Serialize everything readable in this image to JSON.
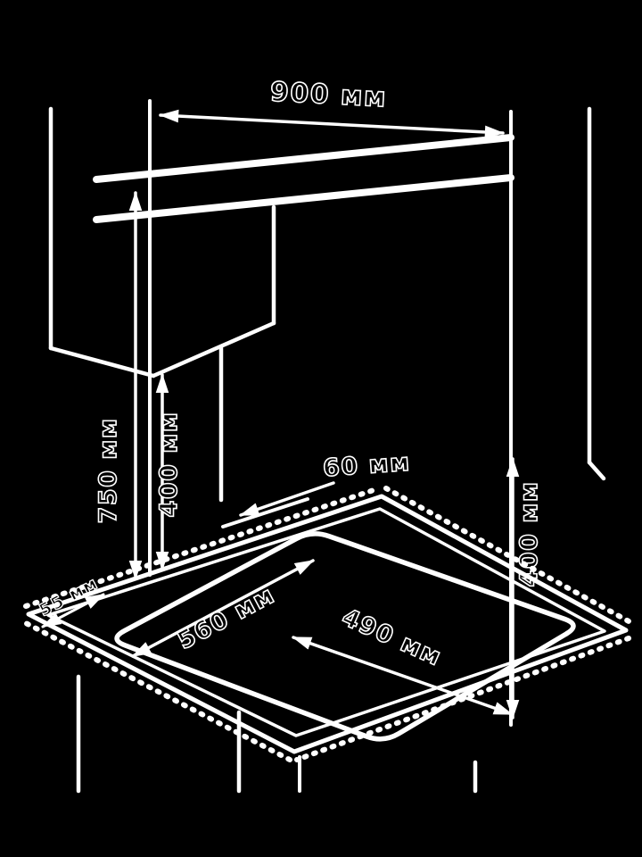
{
  "diagram": {
    "type": "appliance-installation-dimensions",
    "background": "#000000",
    "line_color": "#ffffff",
    "labels": {
      "top_width": "900 мм",
      "left_height_outer": "750 мм",
      "left_height_inner": "400 мм",
      "right_height": "400 мм",
      "back_clearance": "60 мм",
      "cutout_width": "560 мм",
      "cutout_depth": "490 мм",
      "edge_clearance": "55 мм"
    }
  }
}
